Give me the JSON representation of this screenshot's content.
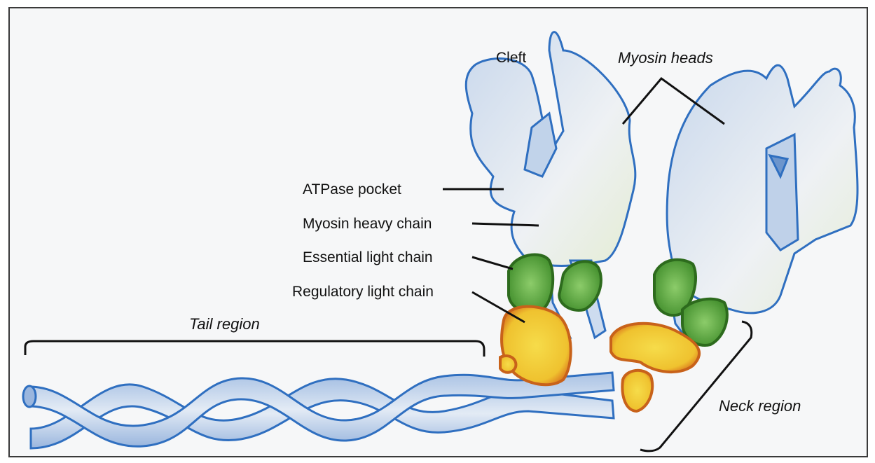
{
  "labels": {
    "cleft": "Cleft",
    "myosin_heads": "Myosin heads",
    "atpase_pocket": "ATPase pocket",
    "myosin_heavy_chain": "Myosin heavy chain",
    "essential_light_chain": "Essential light chain",
    "regulatory_light_chain": "Regulatory light chain",
    "tail_region": "Tail region",
    "neck_region": "Neck region"
  },
  "colors": {
    "heavy_chain_outline": "#2f6fc0",
    "heavy_chain_fill": "#d4e0ee",
    "essential_light_chain": "#5aaa3a",
    "essential_light_chain_outline": "#2d6b1d",
    "regulatory_light_chain": "#f2cf3a",
    "regulatory_light_chain_outline": "#c8621a",
    "leader_lines": "#111111"
  },
  "icons": [
    "myosin-head-shape",
    "light-chain-blob",
    "coiled-coil-tail"
  ]
}
